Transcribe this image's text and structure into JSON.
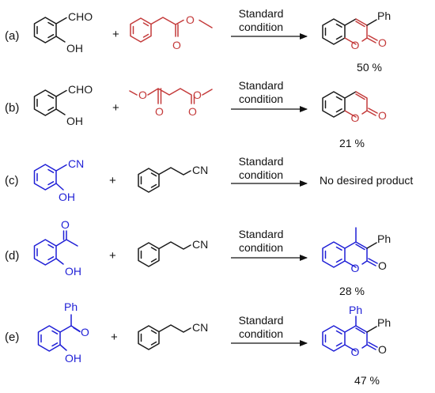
{
  "reactions": [
    {
      "label": "(a)",
      "plus": "+",
      "condition": [
        "Standard",
        "condition"
      ],
      "yield": "50 %",
      "atoms": {
        "cho": "CHO",
        "oh": "OH",
        "ph": "Ph",
        "o_ring": "O",
        "o_carbonyl": "O"
      }
    },
    {
      "label": "(b)",
      "plus": "+",
      "condition": [
        "Standard",
        "condition"
      ],
      "yield": "21 %",
      "atoms": {
        "cho": "CHO",
        "oh": "OH",
        "o_ring": "O",
        "o_carbonyl": "O"
      }
    },
    {
      "label": "(c)",
      "plus": "+",
      "condition": [
        "Standard",
        "condition"
      ],
      "result": "No desired product",
      "atoms": {
        "cn_top": "CN",
        "oh": "OH",
        "cn": "CN"
      }
    },
    {
      "label": "(d)",
      "plus": "+",
      "condition": [
        "Standard",
        "condition"
      ],
      "yield": "28 %",
      "atoms": {
        "o_ketone": "O",
        "oh": "OH",
        "cn": "CN",
        "ph": "Ph",
        "o_ring": "O",
        "o_carbonyl": "O"
      }
    },
    {
      "label": "(e)",
      "plus": "+",
      "condition": [
        "Standard",
        "condition"
      ],
      "yield": "47 %",
      "atoms": {
        "ph_top": "Ph",
        "o_ketone": "O",
        "oh": "OH",
        "cn": "CN",
        "ph_top_product": "Ph",
        "ph": "Ph",
        "o_ring": "O",
        "o_carbonyl": "O"
      }
    }
  ],
  "colors": {
    "black": "#1a1a1a",
    "red": "#c43a3a",
    "blue": "#1f1fd6"
  }
}
